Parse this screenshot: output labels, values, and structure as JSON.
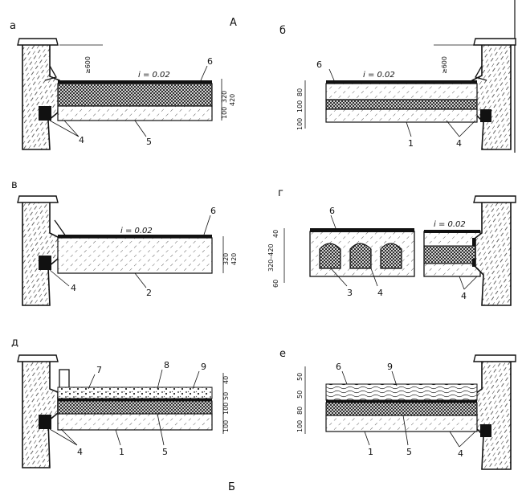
{
  "header": {
    "label_top": "A",
    "label_bottom": "Б"
  },
  "panels": {
    "a": {
      "letter": "а",
      "slope": "i = 0.02",
      "height": "≥600",
      "callouts": [
        "6",
        "4",
        "5"
      ],
      "dims": [
        "320",
        "100",
        "420"
      ]
    },
    "b6": {
      "letter": "б",
      "slope": "i = 0.02",
      "height": "≥600",
      "callouts": [
        "6",
        "1",
        "4"
      ],
      "dims": [
        "80",
        "100",
        "100"
      ]
    },
    "v": {
      "letter": "в",
      "slope": "i = 0.02",
      "callouts": [
        "6",
        "4",
        "2"
      ],
      "dims": [
        "320",
        "420"
      ]
    },
    "g": {
      "letter": "г",
      "slope": "i = 0.02",
      "callouts": [
        "6",
        "3",
        "4",
        "4"
      ],
      "dims": [
        "40",
        "320–420",
        "60"
      ]
    },
    "d": {
      "letter": "д",
      "callouts": [
        "7",
        "8",
        "9",
        "4",
        "1",
        "5"
      ],
      "dims": [
        "40",
        "50",
        "100",
        "100"
      ]
    },
    "e": {
      "letter": "е",
      "callouts": [
        "6",
        "9",
        "1",
        "5",
        "4"
      ],
      "dims": [
        "50",
        "50",
        "80",
        "100"
      ]
    }
  },
  "colors": {
    "ink": "#111111",
    "paper": "#ffffff"
  }
}
